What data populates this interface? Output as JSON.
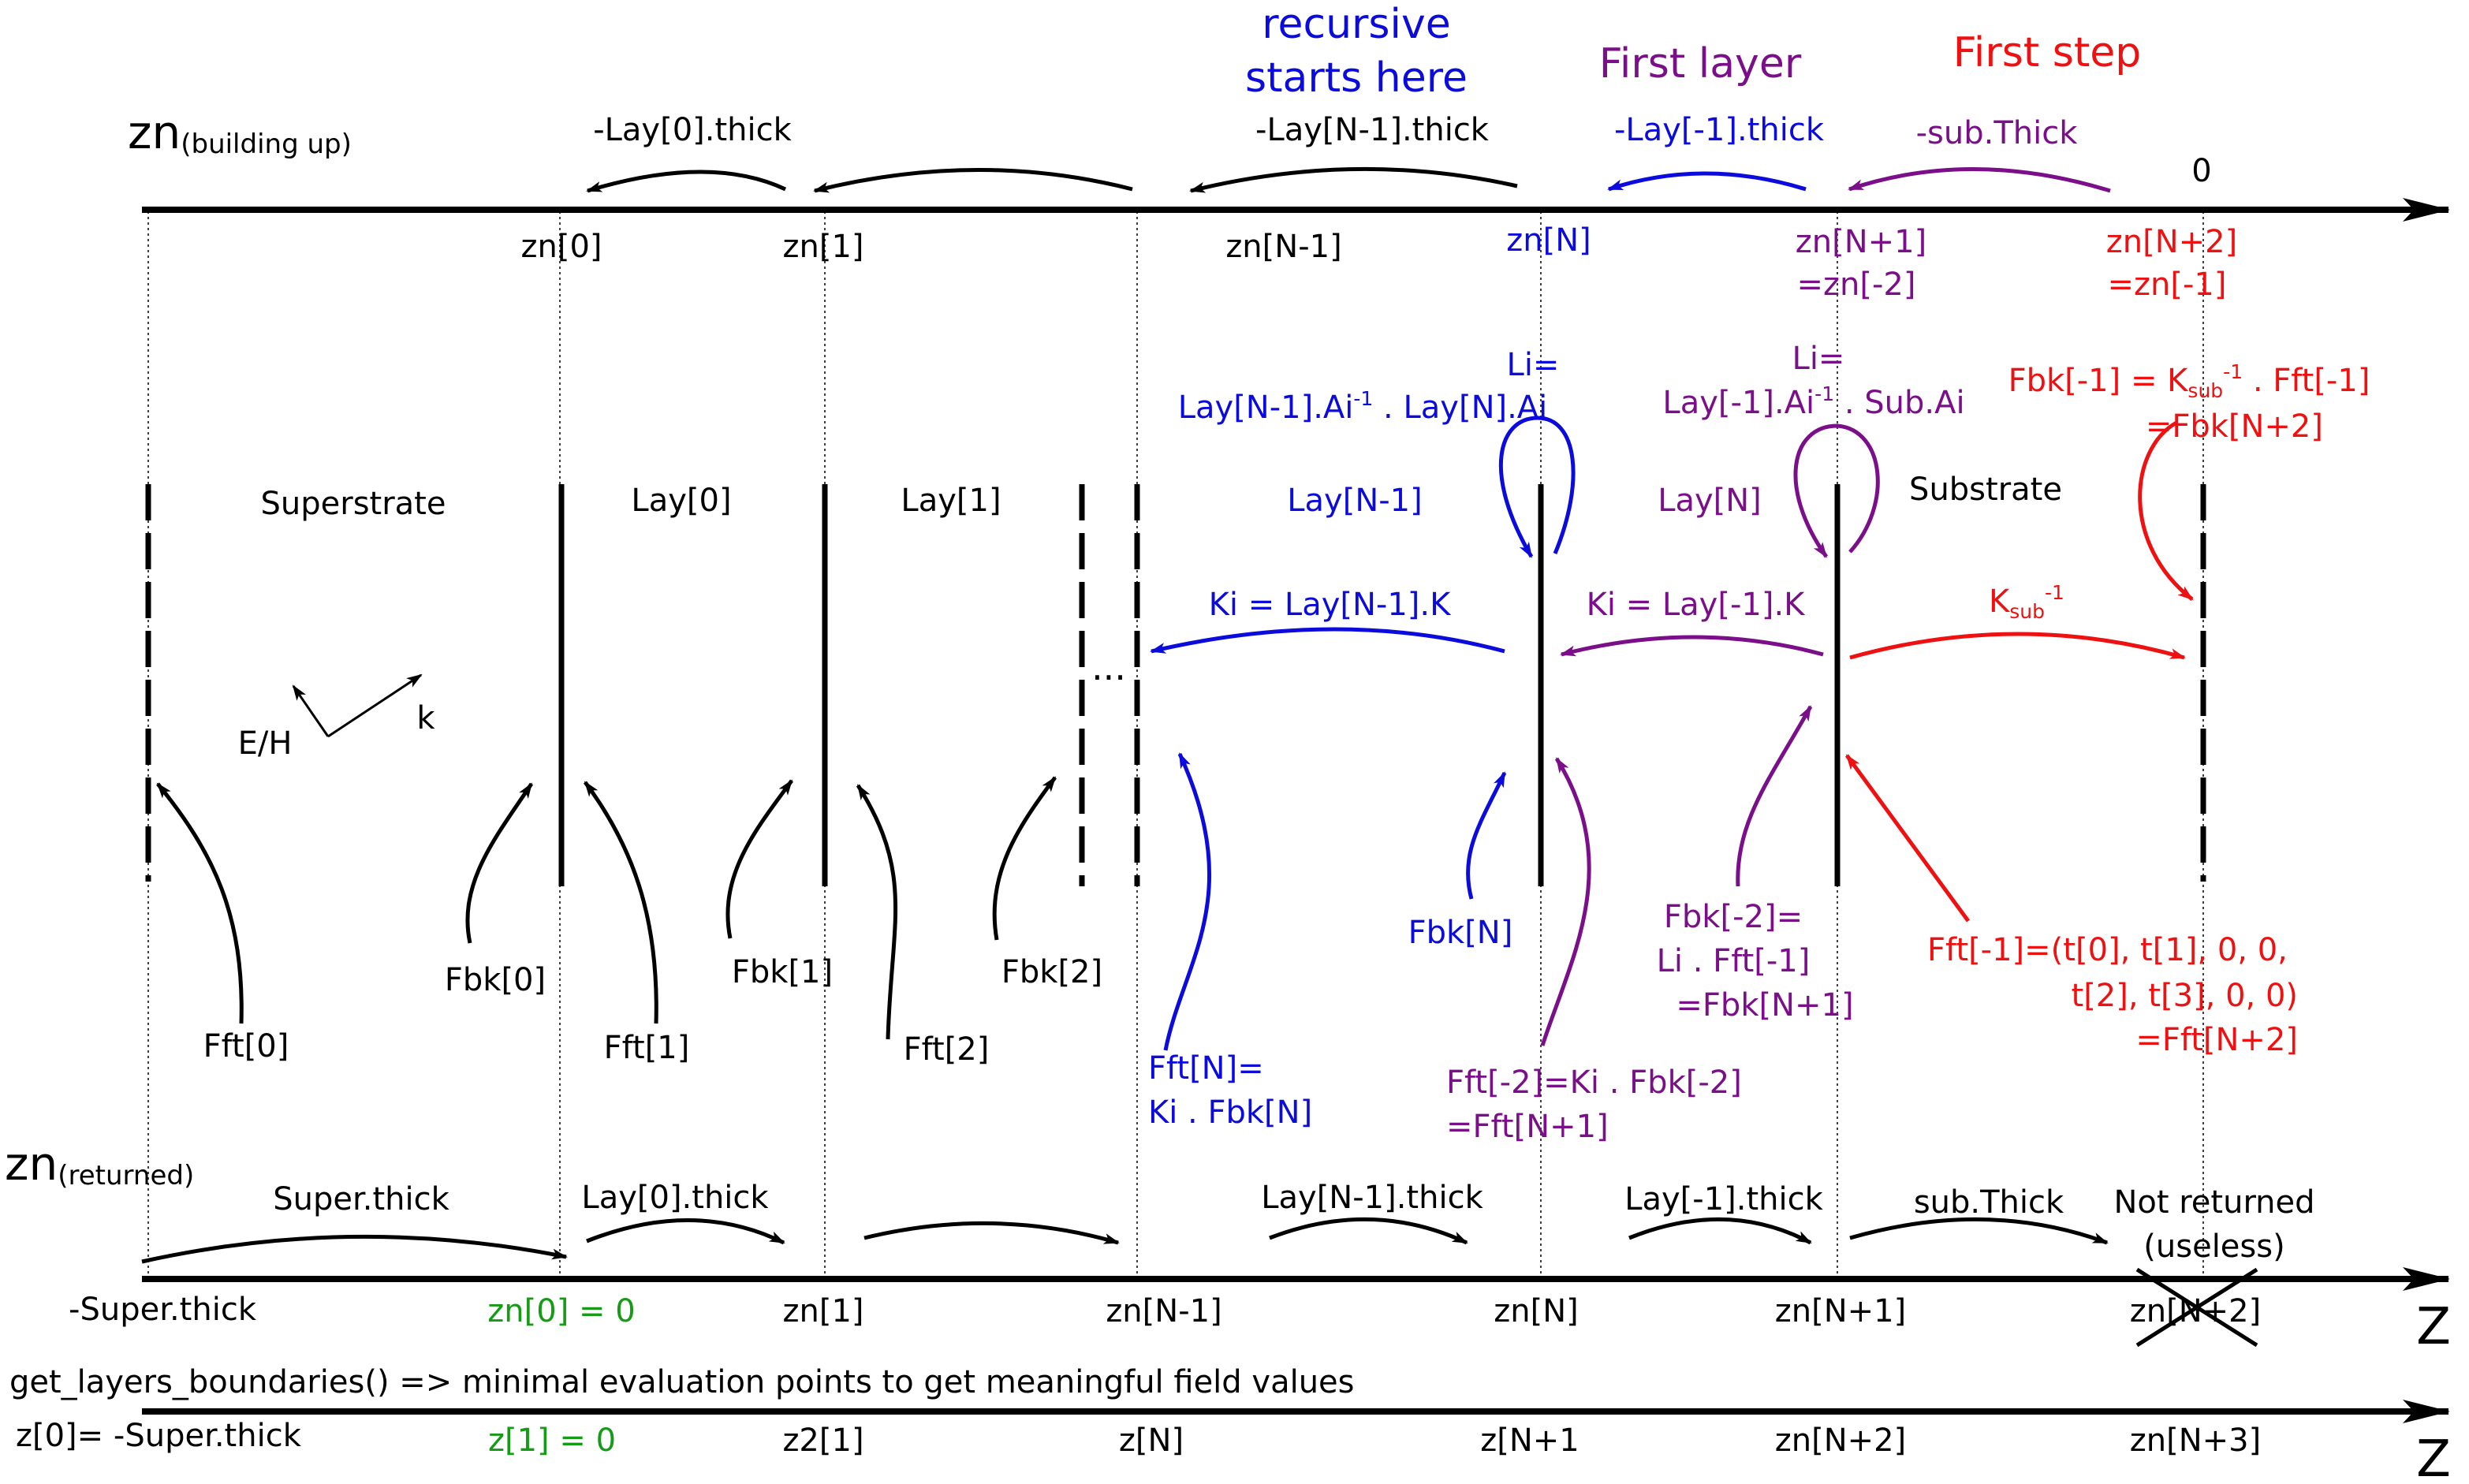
{
  "colors": {
    "black": "#000000",
    "blue": "#0b0bdc",
    "purple": "#7b0f8a",
    "red": "#ee1111",
    "green": "#159b15"
  },
  "header": {
    "recursive_line1": "recursive",
    "recursive_line2": "starts here",
    "first_layer": "First layer",
    "first_step": "First step"
  },
  "top_axis": {
    "label_main": "zn",
    "label_sub": "(building up)",
    "thickness_labels": [
      "-Lay[0].thick",
      "-Lay[N-1].thick",
      "-Lay[-1].thick",
      "-sub.Thick",
      "0"
    ],
    "ticks": [
      "zn[0]",
      "zn[1]",
      "zn[N-1]",
      "zn[N]",
      "zn[N+1]",
      "=zn[-2]",
      "zn[N+2]",
      "=zn[-1]"
    ]
  },
  "regions": {
    "superstrate": "Superstrate",
    "lay0": "Lay[0]",
    "lay1": "Lay[1]",
    "layN1": "Lay[N-1]",
    "layN": "Lay[N]",
    "substrate": "Substrate",
    "ellipsis": "..."
  },
  "matrices": {
    "li_blue_1": "Li=",
    "li_blue_2a": "Lay[N-1].Ai",
    "li_blue_2b": "-1",
    "li_blue_2c": " . Lay[N].Ai",
    "li_purple_1": "Li=",
    "li_purple_2a": "Lay[-1].Ai",
    "li_purple_2b": "-1",
    "li_purple_2c": " . Sub.Ai",
    "fbk_red_1a": "Fbk[-1] = K",
    "fbk_red_1b": "sub",
    "fbk_red_1c": "-1",
    "fbk_red_1d": " . Fft[-1]",
    "fbk_red_2": "=Fbk[N+2]",
    "ki_blue": "Ki = Lay[N-1].K",
    "ki_purple": "Ki = Lay[-1].K",
    "ksub_a": "K",
    "ksub_b": "sub",
    "ksub_c": "-1"
  },
  "wave": {
    "eh": "E/H",
    "k": "k"
  },
  "fields": {
    "fft0": "Fft[0]",
    "fbk0": "Fbk[0]",
    "fft1": "Fft[1]",
    "fbk1": "Fbk[1]",
    "fft2": "Fft[2]",
    "fbk2": "Fbk[2]",
    "fftN_1": "Fft[N]=",
    "fftN_2": "Ki . Fbk[N]",
    "fbkN": "Fbk[N]",
    "fftm2_1": "Fft[-2]=Ki . Fbk[-2]",
    "fftm2_2": "=Fft[N+1]",
    "fbkm2_1": "Fbk[-2]=",
    "fbkm2_2": "Li . Fft[-1]",
    "fbkm2_3": "=Fbk[N+1]",
    "fftm1_1": "Fft[-1]=(t[0], t[1], 0, 0,",
    "fftm1_2": "t[2], t[3], 0, 0)",
    "fftm1_3": "=Fft[N+2]"
  },
  "bottom_axis": {
    "label_main": "zn",
    "label_sub": "(returned)",
    "thickness_labels": [
      "Super.thick",
      "Lay[0].thick",
      "Lay[N-1].thick",
      "Lay[-1].thick",
      "sub.Thick"
    ],
    "not_returned_1": "Not returned",
    "not_returned_2": "(useless)",
    "ticks": [
      "-Super.thick",
      "zn[0] = 0",
      "zn[1]",
      "zn[N-1]",
      "zn[N]",
      "zn[N+1]",
      "zn[N+2]"
    ],
    "z_label": "Z"
  },
  "boundaries_axis": {
    "caption": "get_layers_boundaries() => minimal evaluation points to get meaningful field values",
    "ticks": [
      "z[0]= -Super.thick",
      "z[1] = 0",
      "z2[1]",
      "z[N]",
      "z[N+1",
      "zn[N+2]",
      "zn[N+3]"
    ],
    "z_label": "Z"
  }
}
